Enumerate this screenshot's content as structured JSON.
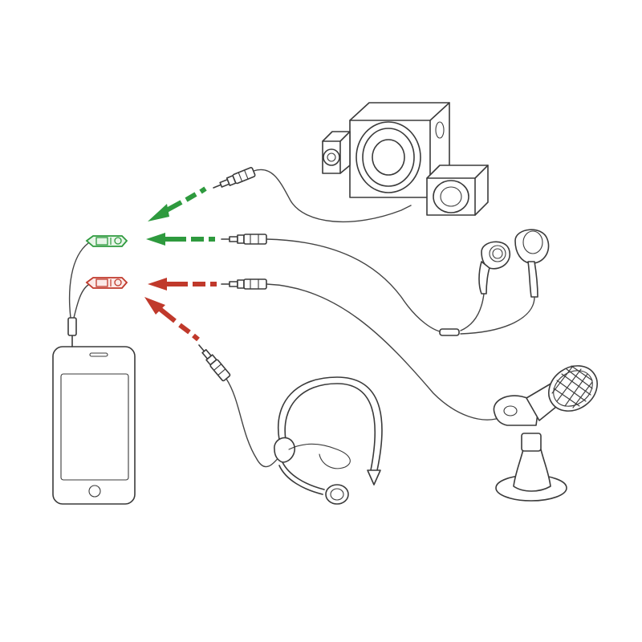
{
  "colors": {
    "output": "#2e9a3e",
    "input": "#c0392b",
    "line": "#3a3a3a",
    "background": "#ffffff"
  },
  "connectors": [
    {
      "id": "output",
      "color": "green",
      "icon": "speaker-plug-icon"
    },
    {
      "id": "input",
      "color": "red",
      "icon": "microphone-plug-icon"
    }
  ],
  "devices": [
    {
      "id": "phone",
      "icon": "smartphone-icon"
    },
    {
      "id": "speakers",
      "icon": "speaker-set-icon",
      "arrow": "green"
    },
    {
      "id": "earphones",
      "icon": "earphones-icon",
      "arrow": "green"
    },
    {
      "id": "headset",
      "icon": "headset-microphone-icon",
      "arrow": "red"
    },
    {
      "id": "desk-mic",
      "icon": "desk-microphone-icon",
      "arrow": "red"
    }
  ]
}
